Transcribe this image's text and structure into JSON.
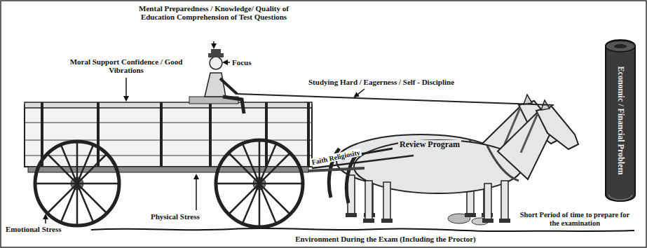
{
  "diagram": {
    "nodes": [
      {
        "text": [
          "Economic / Financial Problem"
        ]
      }
    ],
    "labels": [
      "Mental Preparedness / Knowledge/ Quality of Education Comprehension of Test Questions",
      "Focus",
      "Studying Hard / Eagerness / Self - Discipline",
      "Moral Support Confidence / Good Vibrations",
      "Faith Religiosity",
      "Review Program",
      "Emotional Stress",
      "Physical Stress",
      "Short Period of time to prepare for the examination",
      "Environment During the Exam (Including the Proctor)"
    ]
  }
}
